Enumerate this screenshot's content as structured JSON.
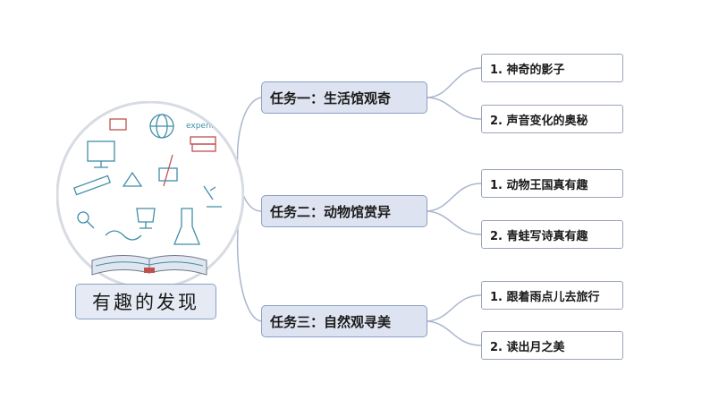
{
  "root": {
    "label": "有趣的发现"
  },
  "tasks": [
    {
      "label": "任务一：生活馆观奇",
      "items": [
        {
          "label": "1. 神奇的影子"
        },
        {
          "label": "2. 声音变化的奥秘"
        }
      ]
    },
    {
      "label": "任务二：动物馆赏异",
      "items": [
        {
          "label": "1. 动物王国真有趣"
        },
        {
          "label": "2. 青蛙写诗真有趣"
        }
      ]
    },
    {
      "label": "任务三：自然观寻美",
      "items": [
        {
          "label": "1. 跟着雨点儿去旅行"
        },
        {
          "label": "2. 读出月之美"
        }
      ]
    }
  ],
  "illustration": {
    "text": "experiment"
  },
  "colors": {
    "line": "#a9b6cf",
    "accent": "#3f8fa8",
    "root_fill": "#e6eaf4"
  }
}
